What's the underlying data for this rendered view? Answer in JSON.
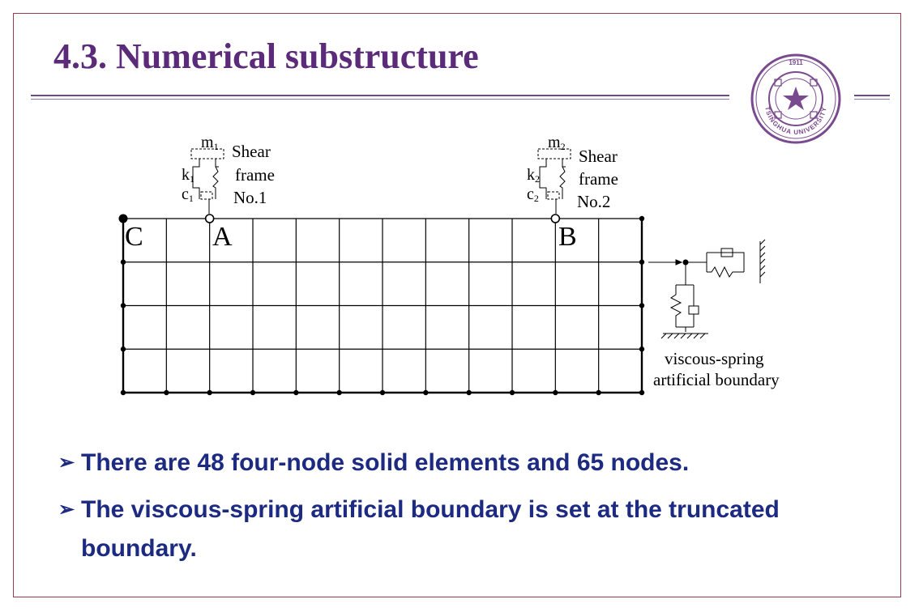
{
  "slide": {
    "title": "4.3. Numerical substructure",
    "bullets": [
      "There are 48 four-node solid elements and 65 nodes.",
      "The viscous-spring artificial boundary  is set at the truncated boundary."
    ],
    "bullet_icon": "arrowhead-bullet-icon",
    "colors": {
      "title": "#5b2a78",
      "bullet_text": "#1c2a82",
      "frame": "#9b3a4e",
      "seal": "#7a4a8e"
    }
  },
  "diagram": {
    "grid": {
      "columns": 12,
      "rows": 4
    },
    "labels": {
      "node_c": "C",
      "node_a": "A",
      "node_b": "B"
    },
    "frame1": {
      "mass": "m",
      "mass_sub": "1",
      "spring": "k",
      "spring_sub": "1",
      "damper": "c",
      "damper_sub": "1",
      "line1": "Shear",
      "line2": "frame",
      "line3": "No.1"
    },
    "frame2": {
      "mass": "m",
      "mass_sub": "2",
      "spring": "k",
      "spring_sub": "2",
      "damper": "c",
      "damper_sub": "2",
      "line1": "Shear",
      "line2": "frame",
      "line3": "No.2"
    },
    "boundary_label": {
      "line1": "viscous-spring",
      "line2": "artificial boundary"
    }
  },
  "logo": {
    "year": "1911",
    "name": "TSINGHUA UNIVERSITY"
  }
}
